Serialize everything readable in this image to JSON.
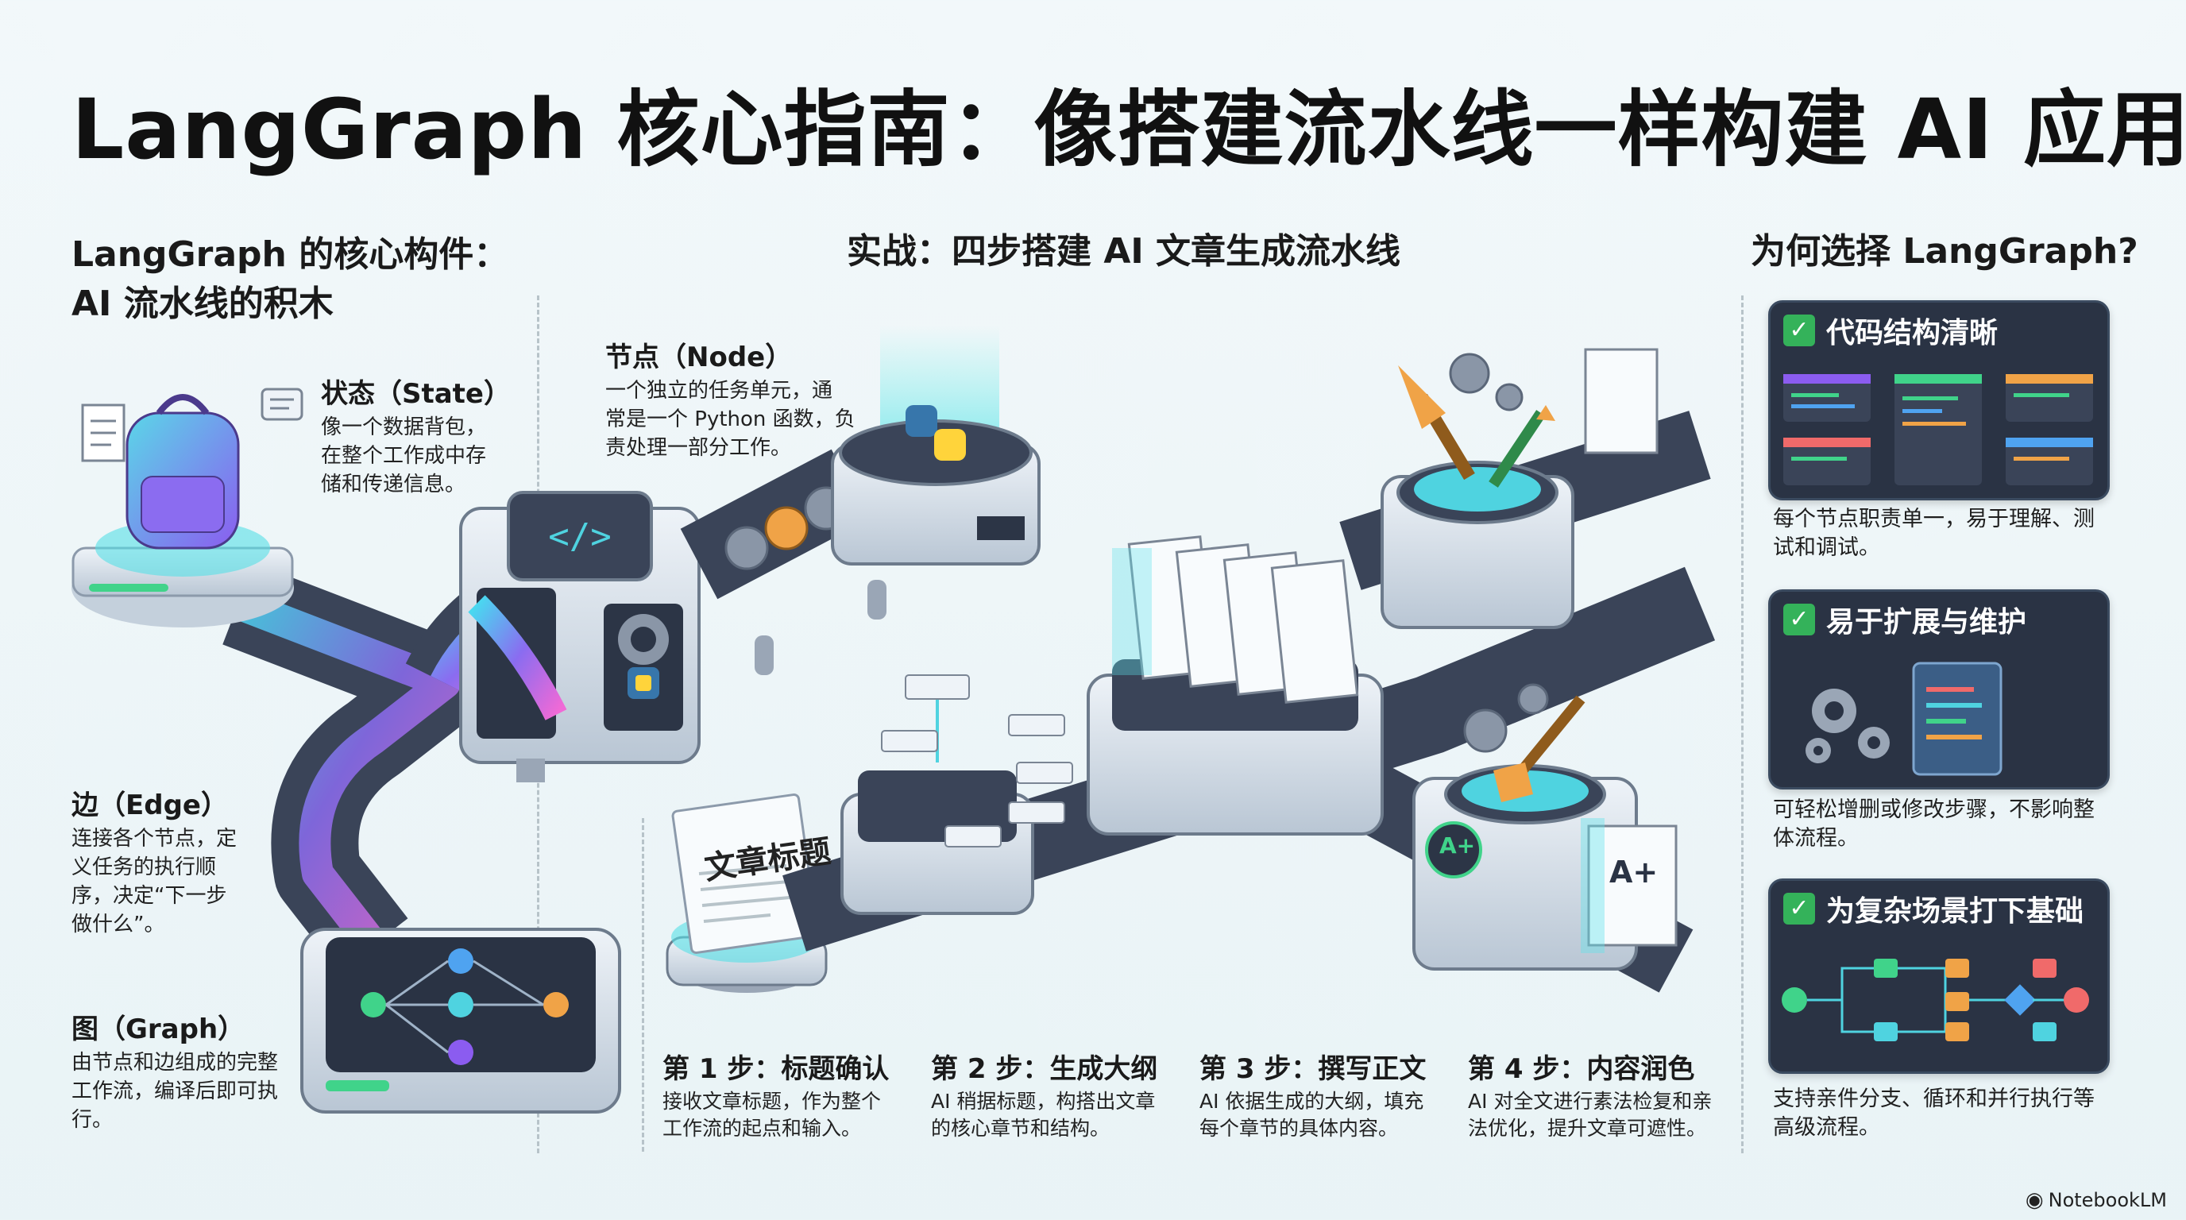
{
  "title": "LangGraph 核心指南：像搭建流水线一样构建 AI 应用",
  "left_section": {
    "heading_line1": "LangGraph 的核心构件：",
    "heading_line2": "AI 流水线的积木",
    "state": {
      "title": "状态（State）",
      "body": [
        "像一个数据背包，",
        "在整个工作成中存",
        "储和传递信息。"
      ]
    },
    "node": {
      "title": "节点（Node）",
      "body": [
        "一个独立的任务单元，通",
        "常是一个 Python 函数，负",
        "责处理一部分工作。"
      ]
    },
    "edge": {
      "title": "边（Edge）",
      "body": [
        "连接各个节点，定",
        "义任务的执行顺",
        "序，决定“下一步",
        "做什么”。"
      ]
    },
    "graph": {
      "title": "图（Graph）",
      "body": [
        "由节点和边组成的完整",
        "工作流，编译后即可执",
        "行。"
      ]
    }
  },
  "middle_section": {
    "heading": "实战：四步搭建 AI 文章生成流水线",
    "doc_label": "文章标题",
    "grade_label": "A+",
    "steps": [
      {
        "title": "第 1 步：标题确认",
        "body": [
          "接收文章标题，作为整个",
          "工作流的起点和输入。"
        ]
      },
      {
        "title": "第 2 步：生成大纲",
        "body": [
          "AI 稍据标题，构搭出文章",
          "的核心章节和结构。"
        ]
      },
      {
        "title": "第 3 步：撰写正文",
        "body": [
          "AI 依据生成的大纲，填充",
          "每个章节的具体内容。"
        ]
      },
      {
        "title": "第 4 步：内容润色",
        "body": [
          "AI 对全文进行素法检复和亲",
          "法优化，提升文章可遮性。"
        ]
      }
    ]
  },
  "right_section": {
    "heading": "为何选择 LangGraph?",
    "cards": [
      {
        "title": "代码结构清晰",
        "desc": [
          "每个节点职责单一，易于理解、测",
          "试和调试。"
        ]
      },
      {
        "title": "易于扩展与维护",
        "desc": [
          "可轻松增删或修改步骤，不影响整",
          "体流程。"
        ]
      },
      {
        "title": "为复杂场景打下基础",
        "desc": [
          "支持亲件分支、循环和并行执行等",
          "高级流程。"
        ]
      }
    ]
  },
  "brand": "NotebookLM",
  "colors": {
    "accent_green": "#34b25a",
    "card_bg": "#2a3344",
    "belt": "#3c4a5e",
    "glow": "#4fd3e0",
    "machine": "#d9e1ea"
  }
}
